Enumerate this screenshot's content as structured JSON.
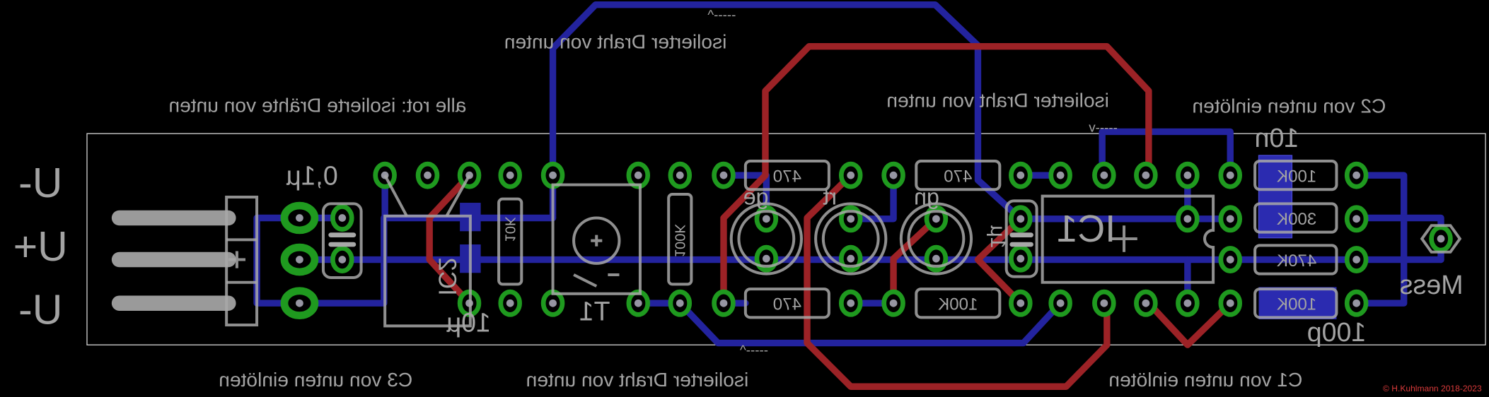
{
  "terminals": {
    "top": "U-",
    "middle": "U+",
    "bottom": "U-"
  },
  "notes": {
    "all_red": "alle rot: isolierte Drähte von unten",
    "wire_top": "isolierter Draht von unten",
    "wire_top_marker": "-----^",
    "wire_mid": "isolierter Draht von unten",
    "wire_mid_marker": "-----v",
    "c2": "C2 von unten einlöten",
    "c3": "C3 von unten einlöten",
    "wire_bottom": "isolierter Draht von unten",
    "wire_bottom_marker": "-----^",
    "c1": "C1 von unten einlöten",
    "copyright": "© H.Kuhlmann 2018-2023"
  },
  "components": {
    "c3_value": "0,1µ",
    "c_10u": "10µ",
    "ic2": "IC2",
    "r_10k": "10K",
    "t1": "T1",
    "r_100k_vert": "100K",
    "r_470_a": "470",
    "r_470_b": "470",
    "r_470_c": "470",
    "r_100k_mid": "100K",
    "led_ge": "ge",
    "led_rt": "rt",
    "led_gn": "gn",
    "c_1u": "1µ",
    "ic1": "IC1",
    "c2_value": "10n",
    "r_100k_a": "100K",
    "r_300k": "300K",
    "r_470k": "470K",
    "r_100k_b": "100K",
    "c1_value": "100p",
    "mess": "Mess"
  },
  "colors": {
    "top_trace": "#9c2226",
    "bottom_trace": "#23239e",
    "pad": "#1f9a1f",
    "silkscreen": "#a8a8a8",
    "copyright": "#d83a3a"
  }
}
